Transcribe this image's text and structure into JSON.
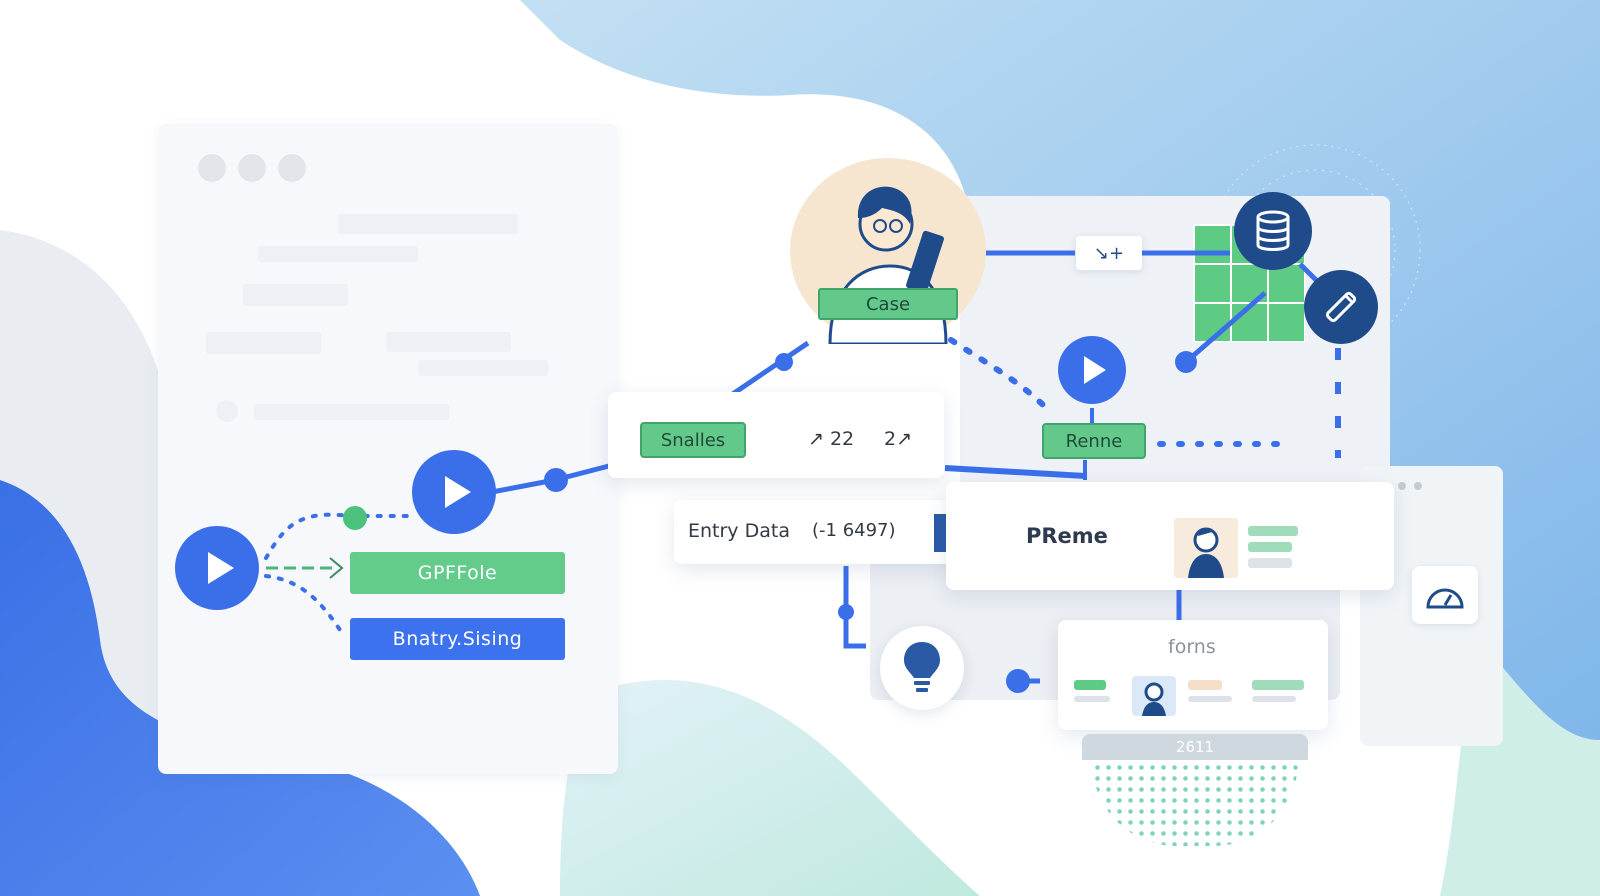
{
  "labels": {
    "case": "Case",
    "snalles": "Snalles",
    "counter_a": "↗ 22",
    "counter_b": "2↗",
    "renne": "Renne",
    "gpffole": "GPFFole",
    "bnatry_sising": "Bnatry.Sising",
    "entry_data": "Entry Data",
    "entry_value": "(-1 6497)",
    "preme": "PReme",
    "forns": "forns",
    "footer_number": "2611",
    "link_symbol": "↘+"
  },
  "colors": {
    "primary_blue": "#3b6fe9",
    "accent_green": "#63cc8b",
    "navy": "#1f4b8a",
    "sky": "#a9d3f0"
  },
  "icons": [
    "play-icon",
    "database-icon",
    "pen-icon",
    "lightbulb-icon",
    "person-avatar-icon",
    "gauge-icon"
  ]
}
